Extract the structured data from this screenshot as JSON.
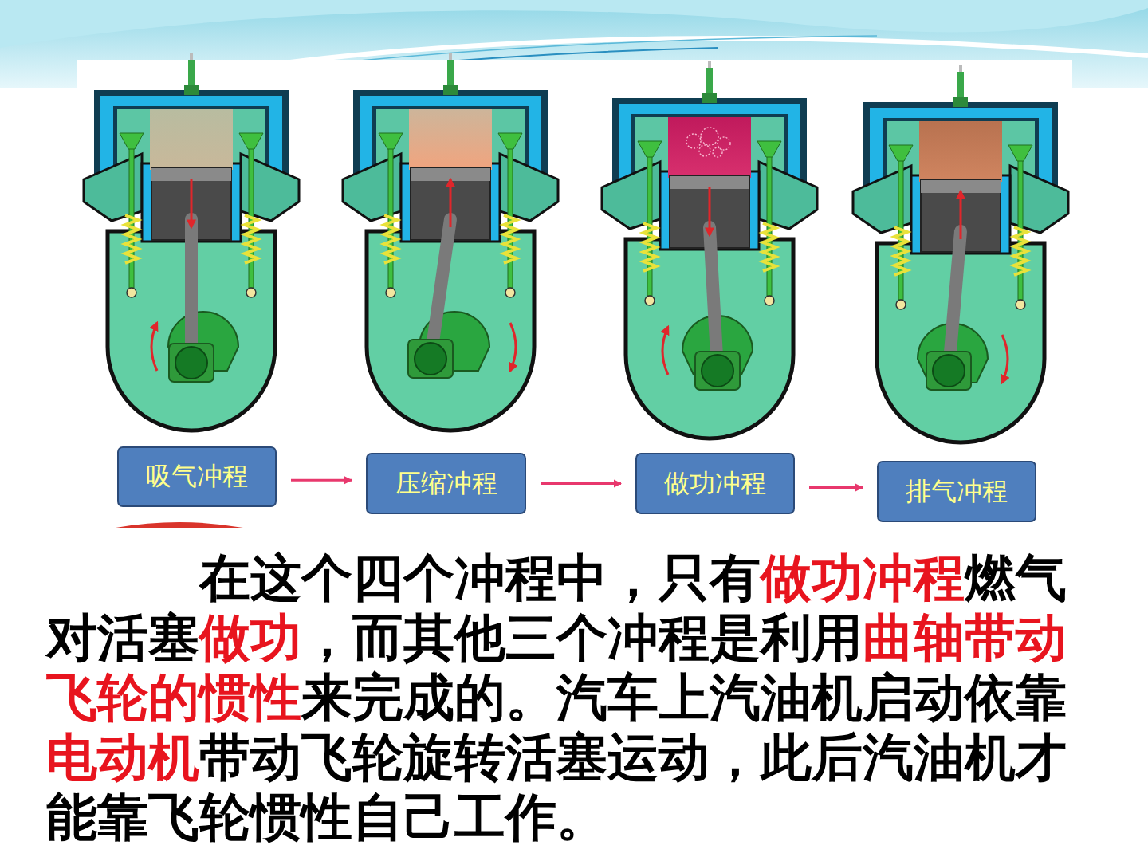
{
  "diagram": {
    "nodes": [
      {
        "text": [
          "吸气冲程"
        ]
      },
      {
        "text": [
          "压缩冲程"
        ]
      },
      {
        "text": [
          "做功冲程"
        ]
      },
      {
        "text": [
          "排气冲程"
        ]
      }
    ],
    "edges": [
      {
        "from": 0,
        "to": 1,
        "arrow": "to"
      },
      {
        "from": 1,
        "to": 2,
        "arrow": "to"
      },
      {
        "from": 2,
        "to": 3,
        "arrow": "to"
      }
    ],
    "labels": [
      "在这个四个冲程中，只有",
      "做功冲程",
      "燃气对活塞",
      "做功",
      "，而其他三个冲程是利用",
      "曲轴带动飞轮的惯性",
      "来完成的。汽车上汽油机启动依靠",
      "电动机",
      "带动飞轮旋转活塞运动，此后汽油机才能靠飞轮惯性自己工作。"
    ]
  }
}
